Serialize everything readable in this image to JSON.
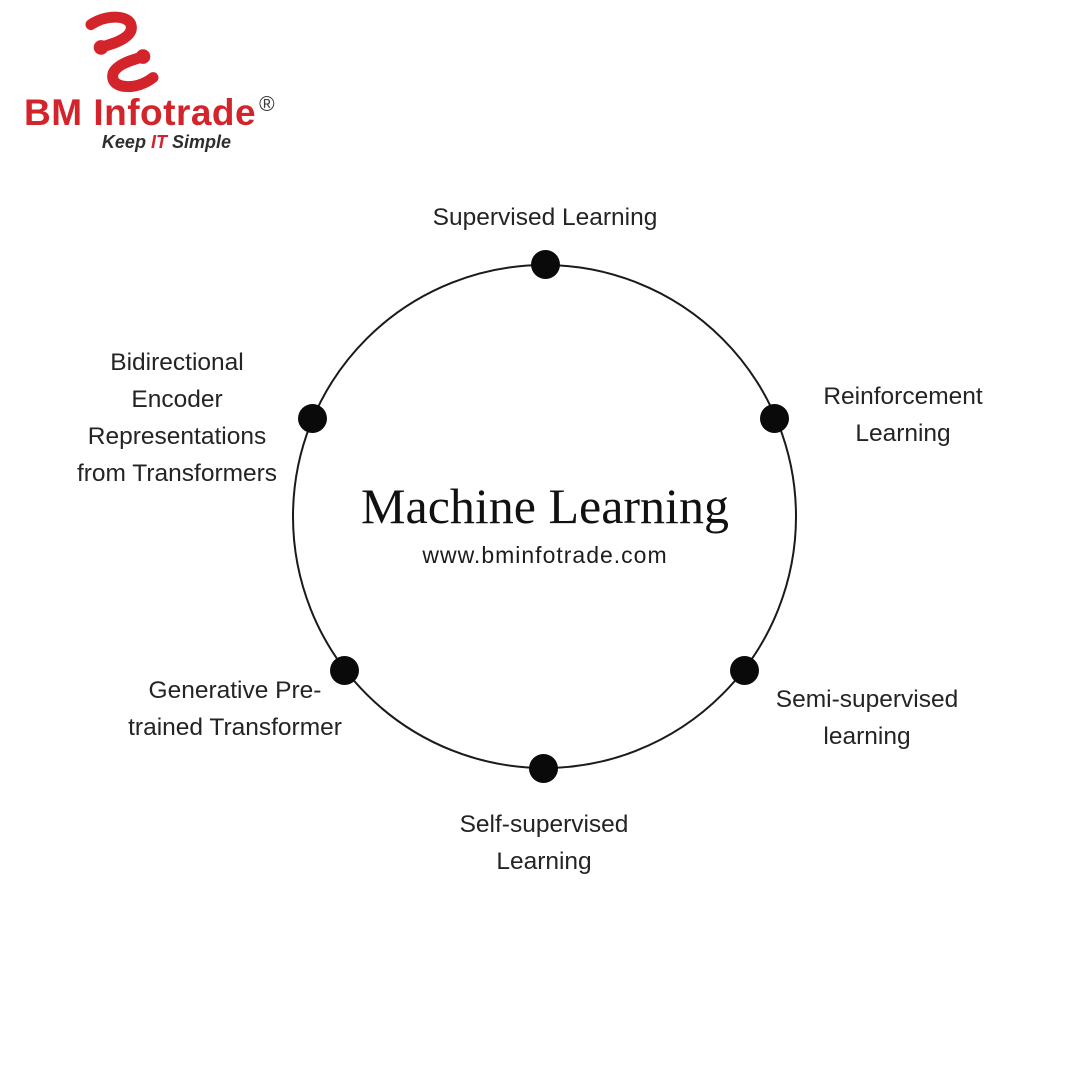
{
  "logo": {
    "brand_bm": "BM",
    "brand_infotrade": "Infotrade",
    "registered_mark": "®",
    "tagline": {
      "keep": "Keep",
      "it": "IT",
      "simple": "Simple"
    },
    "brand_red": "#d4242b"
  },
  "diagram": {
    "center_title": "Machine Learning",
    "center_subtitle": "www.bminfotrade.com",
    "nodes": [
      {
        "id": "supervised-learning",
        "label": "Supervised Learning"
      },
      {
        "id": "reinforcement-learning",
        "label": "Reinforcement\nLearning"
      },
      {
        "id": "semi-supervised-learning",
        "label": "Semi-supervised\nlearning"
      },
      {
        "id": "self-supervised-learning",
        "label": "Self-supervised\nLearning"
      },
      {
        "id": "generative-pre-trained-transformer",
        "label": "Generative Pre-\ntrained Transformer"
      },
      {
        "id": "bidirectional-encoder-representations-from-transformers",
        "label": "Bidirectional\nEncoder\nRepresentations\nfrom Transformers"
      }
    ]
  }
}
